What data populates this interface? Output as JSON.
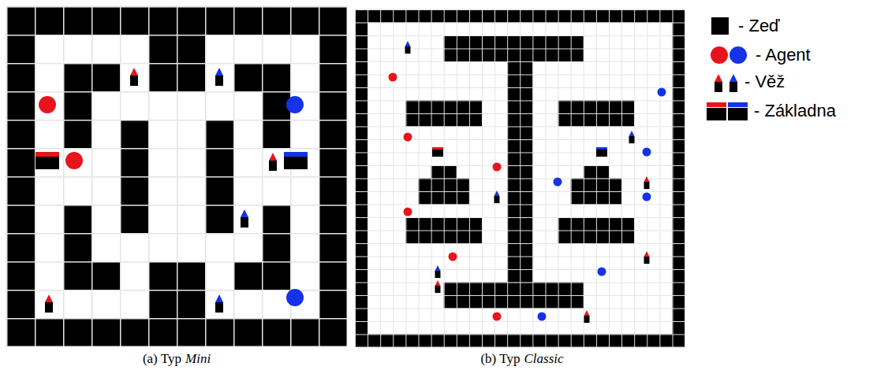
{
  "diagram": {
    "labels": [
      "(a) Typ",
      "Mini",
      "(b) Typ",
      "Classic"
    ],
    "legend": [
      {
        "text": "- Zeď",
        "color": "#000000"
      },
      {
        "text": "- Agent"
      },
      {
        "text": "- Věž"
      },
      {
        "text": "- Základna"
      }
    ]
  }
}
